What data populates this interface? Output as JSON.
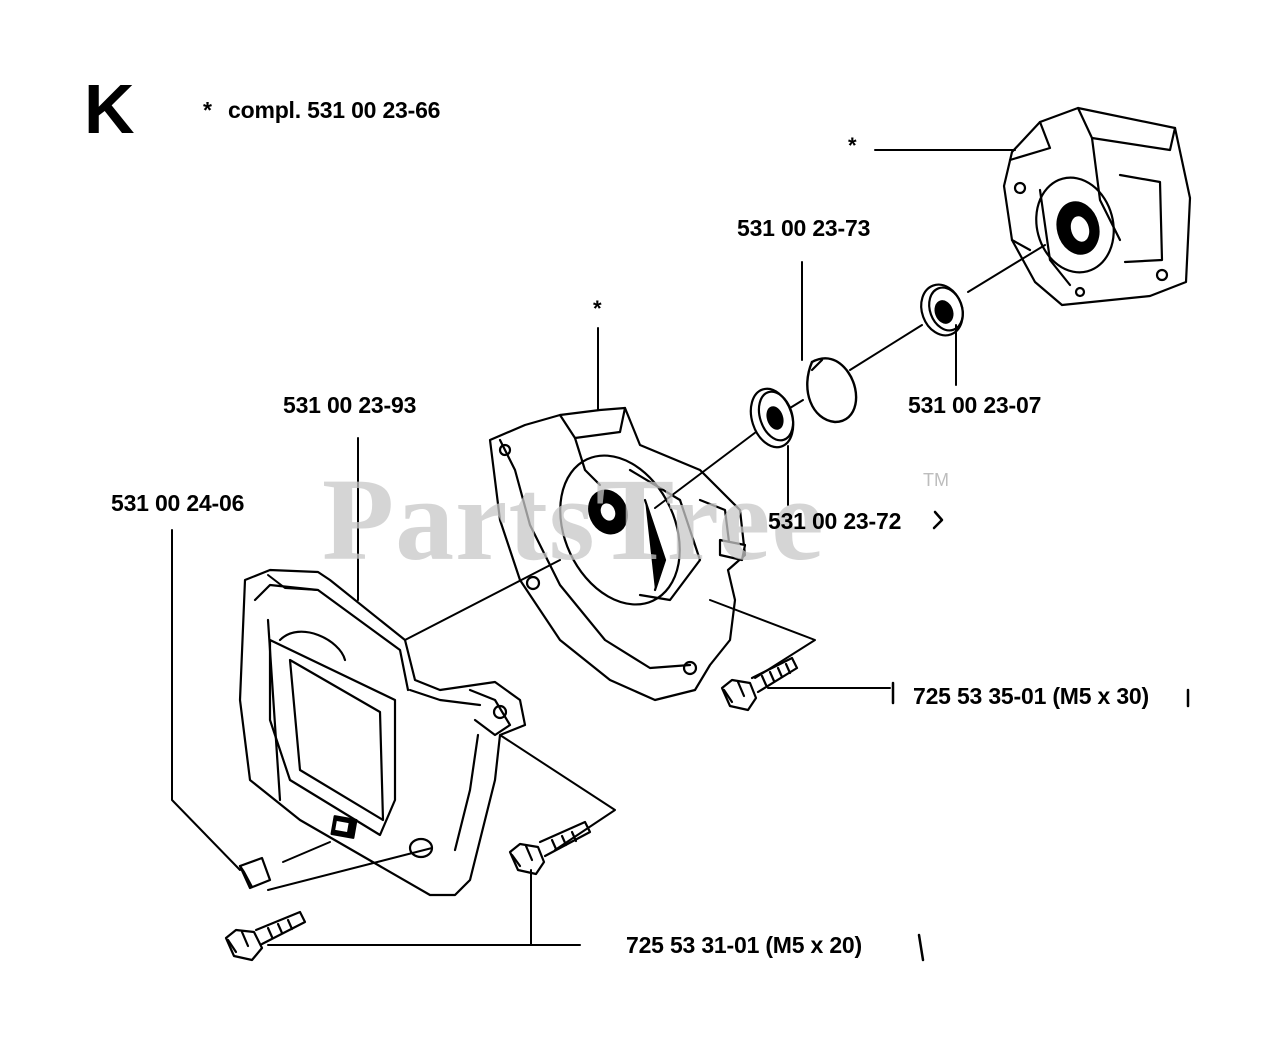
{
  "section_letter": "K",
  "asterisk": "*",
  "compl_note": "compl. 531 00 23-66",
  "watermark": "PartsTree",
  "trademark": "TM",
  "parts": [
    {
      "id": "531 00 23-73"
    },
    {
      "id": "531 00 23-07"
    },
    {
      "id": "531 00 23-93"
    },
    {
      "id": "531 00 23-72"
    },
    {
      "id": "531 00 24-06"
    },
    {
      "id": "725 53 35-01 (M5 x 30)"
    },
    {
      "id": "725 53 31-01 (M5 x 20)"
    }
  ]
}
